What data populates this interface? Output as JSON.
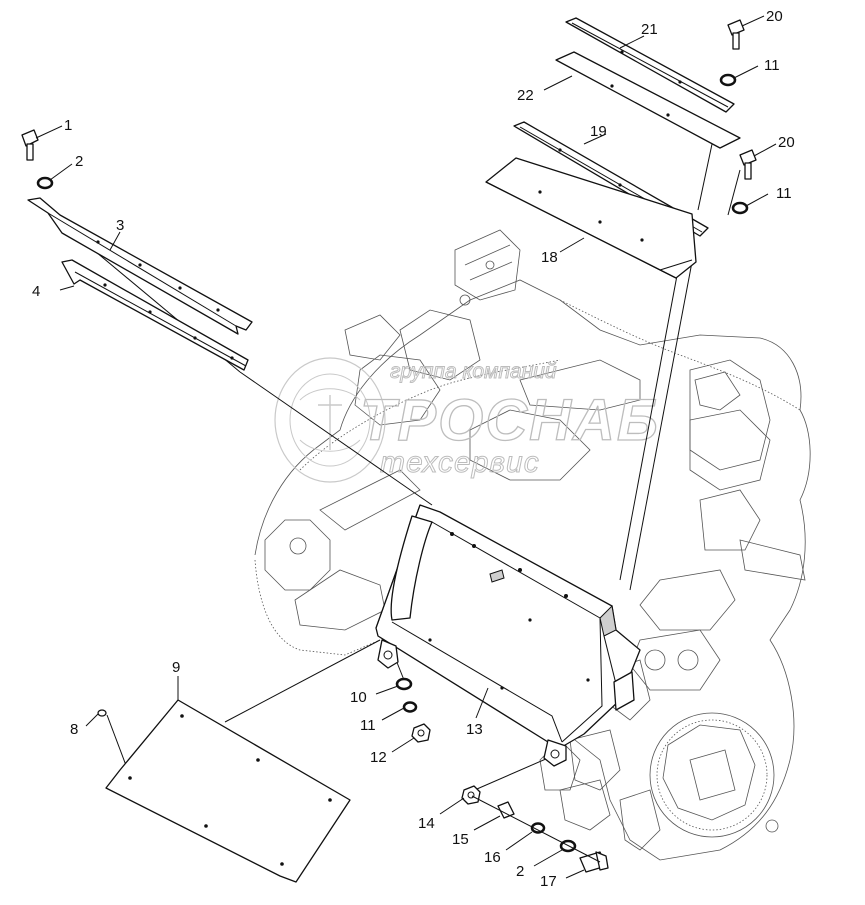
{
  "watermark": {
    "line1": "группа компаний",
    "line2": "ТРОСНАБ",
    "line3": "техсервис"
  },
  "callouts": [
    {
      "id": "c1",
      "text": "1"
    },
    {
      "id": "c2a",
      "text": "2"
    },
    {
      "id": "c3",
      "text": "3"
    },
    {
      "id": "c4",
      "text": "4"
    },
    {
      "id": "c21",
      "text": "21"
    },
    {
      "id": "c22",
      "text": "22"
    },
    {
      "id": "c19",
      "text": "19"
    },
    {
      "id": "c18",
      "text": "18"
    },
    {
      "id": "c20a",
      "text": "20"
    },
    {
      "id": "c11a",
      "text": "11"
    },
    {
      "id": "c20b",
      "text": "20"
    },
    {
      "id": "c11b",
      "text": "11"
    },
    {
      "id": "c9",
      "text": "9"
    },
    {
      "id": "c8",
      "text": "8"
    },
    {
      "id": "c10",
      "text": "10"
    },
    {
      "id": "c11c",
      "text": "11"
    },
    {
      "id": "c12",
      "text": "12"
    },
    {
      "id": "c13",
      "text": "13"
    },
    {
      "id": "c14",
      "text": "14"
    },
    {
      "id": "c15",
      "text": "15"
    },
    {
      "id": "c16",
      "text": "16"
    },
    {
      "id": "c2b",
      "text": "2"
    },
    {
      "id": "c17",
      "text": "17"
    }
  ]
}
